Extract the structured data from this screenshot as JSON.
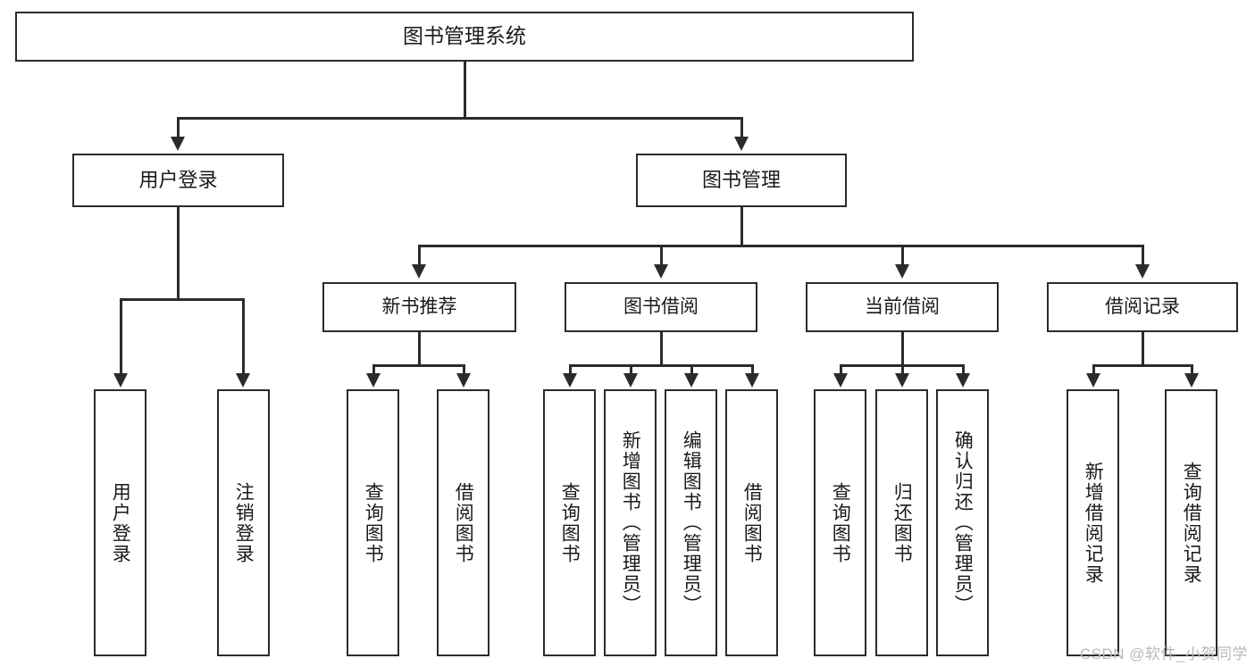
{
  "diagram": {
    "type": "tree-hierarchy",
    "title": "图书管理系统",
    "watermark": "CSDN @软件_小贺同学",
    "colors": {
      "box_border": "#2b2b2b",
      "box_fill": "#ffffff",
      "text": "#1a1a1a",
      "connector": "#2b2b2b",
      "watermark": "#b9b9b9",
      "background": "#ffffff"
    },
    "root": {
      "label": "图书管理系统"
    },
    "level1": [
      {
        "id": "user-login",
        "label": "用户登录"
      },
      {
        "id": "book-manage",
        "label": "图书管理"
      }
    ],
    "level2": [
      {
        "id": "new-book-recommend",
        "label": "新书推荐",
        "parent": "book-manage"
      },
      {
        "id": "book-borrow",
        "label": "图书借阅",
        "parent": "book-manage"
      },
      {
        "id": "current-borrow",
        "label": "当前借阅",
        "parent": "book-manage"
      },
      {
        "id": "borrow-record",
        "label": "借阅记录",
        "parent": "book-manage"
      }
    ],
    "leaves": {
      "user-login": [
        {
          "id": "leaf-user-login",
          "label": "用户登录"
        },
        {
          "id": "leaf-user-logout",
          "label": "注销登录"
        }
      ],
      "new-book-recommend": [
        {
          "id": "leaf-query-book-1",
          "label": "查询图书"
        },
        {
          "id": "leaf-borrow-book-1",
          "label": "借阅图书"
        }
      ],
      "book-borrow": [
        {
          "id": "leaf-query-book-2",
          "label": "查询图书"
        },
        {
          "id": "leaf-add-book",
          "label": "新增图书（管理员）"
        },
        {
          "id": "leaf-edit-book",
          "label": "编辑图书（管理员）"
        },
        {
          "id": "leaf-borrow-book-2",
          "label": "借阅图书"
        }
      ],
      "current-borrow": [
        {
          "id": "leaf-query-book-3",
          "label": "查询图书"
        },
        {
          "id": "leaf-return-book",
          "label": "归还图书"
        },
        {
          "id": "leaf-confirm-return",
          "label": "确认归还（管理员）"
        }
      ],
      "borrow-record": [
        {
          "id": "leaf-add-record",
          "label": "新增借阅记录"
        },
        {
          "id": "leaf-query-record",
          "label": "查询借阅记录"
        }
      ]
    }
  }
}
